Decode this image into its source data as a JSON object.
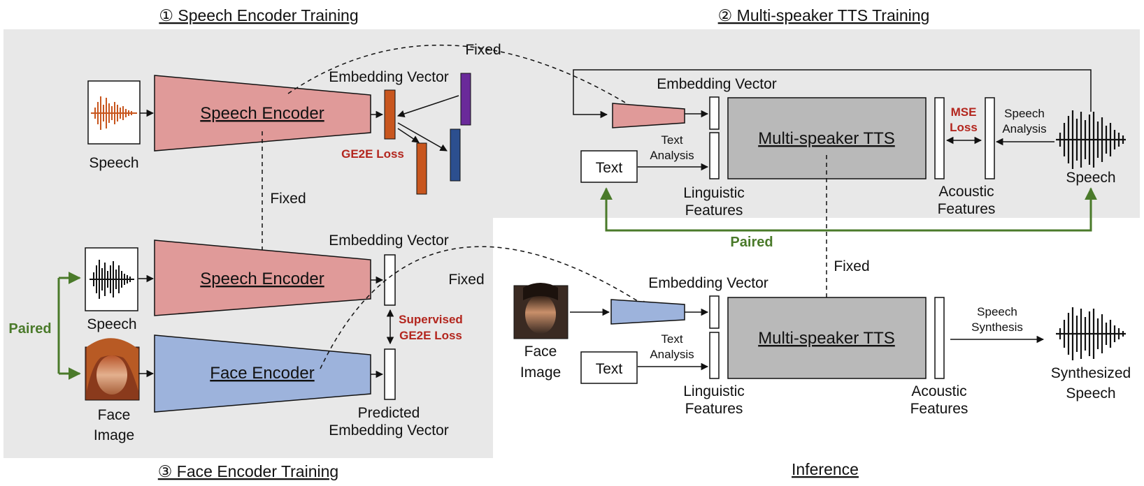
{
  "sections": {
    "speech_encoder_training": "① Speech Encoder Training",
    "multispeaker_tts_training": "② Multi-speaker TTS Training",
    "face_encoder_training": "③ Face Encoder Training",
    "inference": "Inference"
  },
  "speech_encoder_training": {
    "input_label": "Speech",
    "encoder_label": "Speech Encoder",
    "embedding_label": "Embedding Vector",
    "fixed_label": "Fixed",
    "loss_label": "GE2E Loss",
    "to_face_fixed_label": "Fixed"
  },
  "face_encoder_training": {
    "paired_label": "Paired",
    "speech_label": "Speech",
    "face_label_1": "Face",
    "face_label_2": "Image",
    "speech_encoder_label": "Speech Encoder",
    "face_encoder_label": "Face Encoder",
    "embedding_label": "Embedding Vector",
    "fixed_label": "Fixed",
    "loss_label_1": "Supervised",
    "loss_label_2": "GE2E Loss",
    "predicted_label_1": "Predicted",
    "predicted_label_2": "Embedding Vector"
  },
  "tts_training": {
    "embedding_label": "Embedding Vector",
    "text_box": "Text",
    "text_analysis_1": "Text",
    "text_analysis_2": "Analysis",
    "tts_label": "Multi-speaker TTS",
    "linguistic_1": "Linguistic",
    "linguistic_2": "Features",
    "acoustic_1": "Acoustic",
    "acoustic_2": "Features",
    "mse_1": "MSE",
    "mse_2": "Loss",
    "speech_analysis_1": "Speech",
    "speech_analysis_2": "Analysis",
    "speech_label": "Speech",
    "paired_label": "Paired",
    "fixed_label": "Fixed"
  },
  "inference": {
    "face_label_1": "Face",
    "face_label_2": "Image",
    "embedding_label": "Embedding Vector",
    "text_box": "Text",
    "text_analysis_1": "Text",
    "text_analysis_2": "Analysis",
    "tts_label": "Multi-speaker TTS",
    "linguistic_1": "Linguistic",
    "linguistic_2": "Features",
    "acoustic_1": "Acoustic",
    "acoustic_2": "Features",
    "speech_synthesis_1": "Speech",
    "speech_synthesis_2": "Synthesis",
    "output_1": "Synthesized",
    "output_2": "Speech"
  },
  "colors": {
    "panel_bg": "#e8e8e8",
    "speech_encoder": "#e09a99",
    "face_encoder": "#9db3dc",
    "tts_box": "#b9b9b9",
    "waveform_orange": "#c8561e",
    "emb_orange": "#c8561e",
    "emb_purple": "#6a2a9a",
    "emb_blue": "#2c4f8f",
    "loss_red": "#b3261e",
    "paired_green": "#4a7a2a"
  }
}
